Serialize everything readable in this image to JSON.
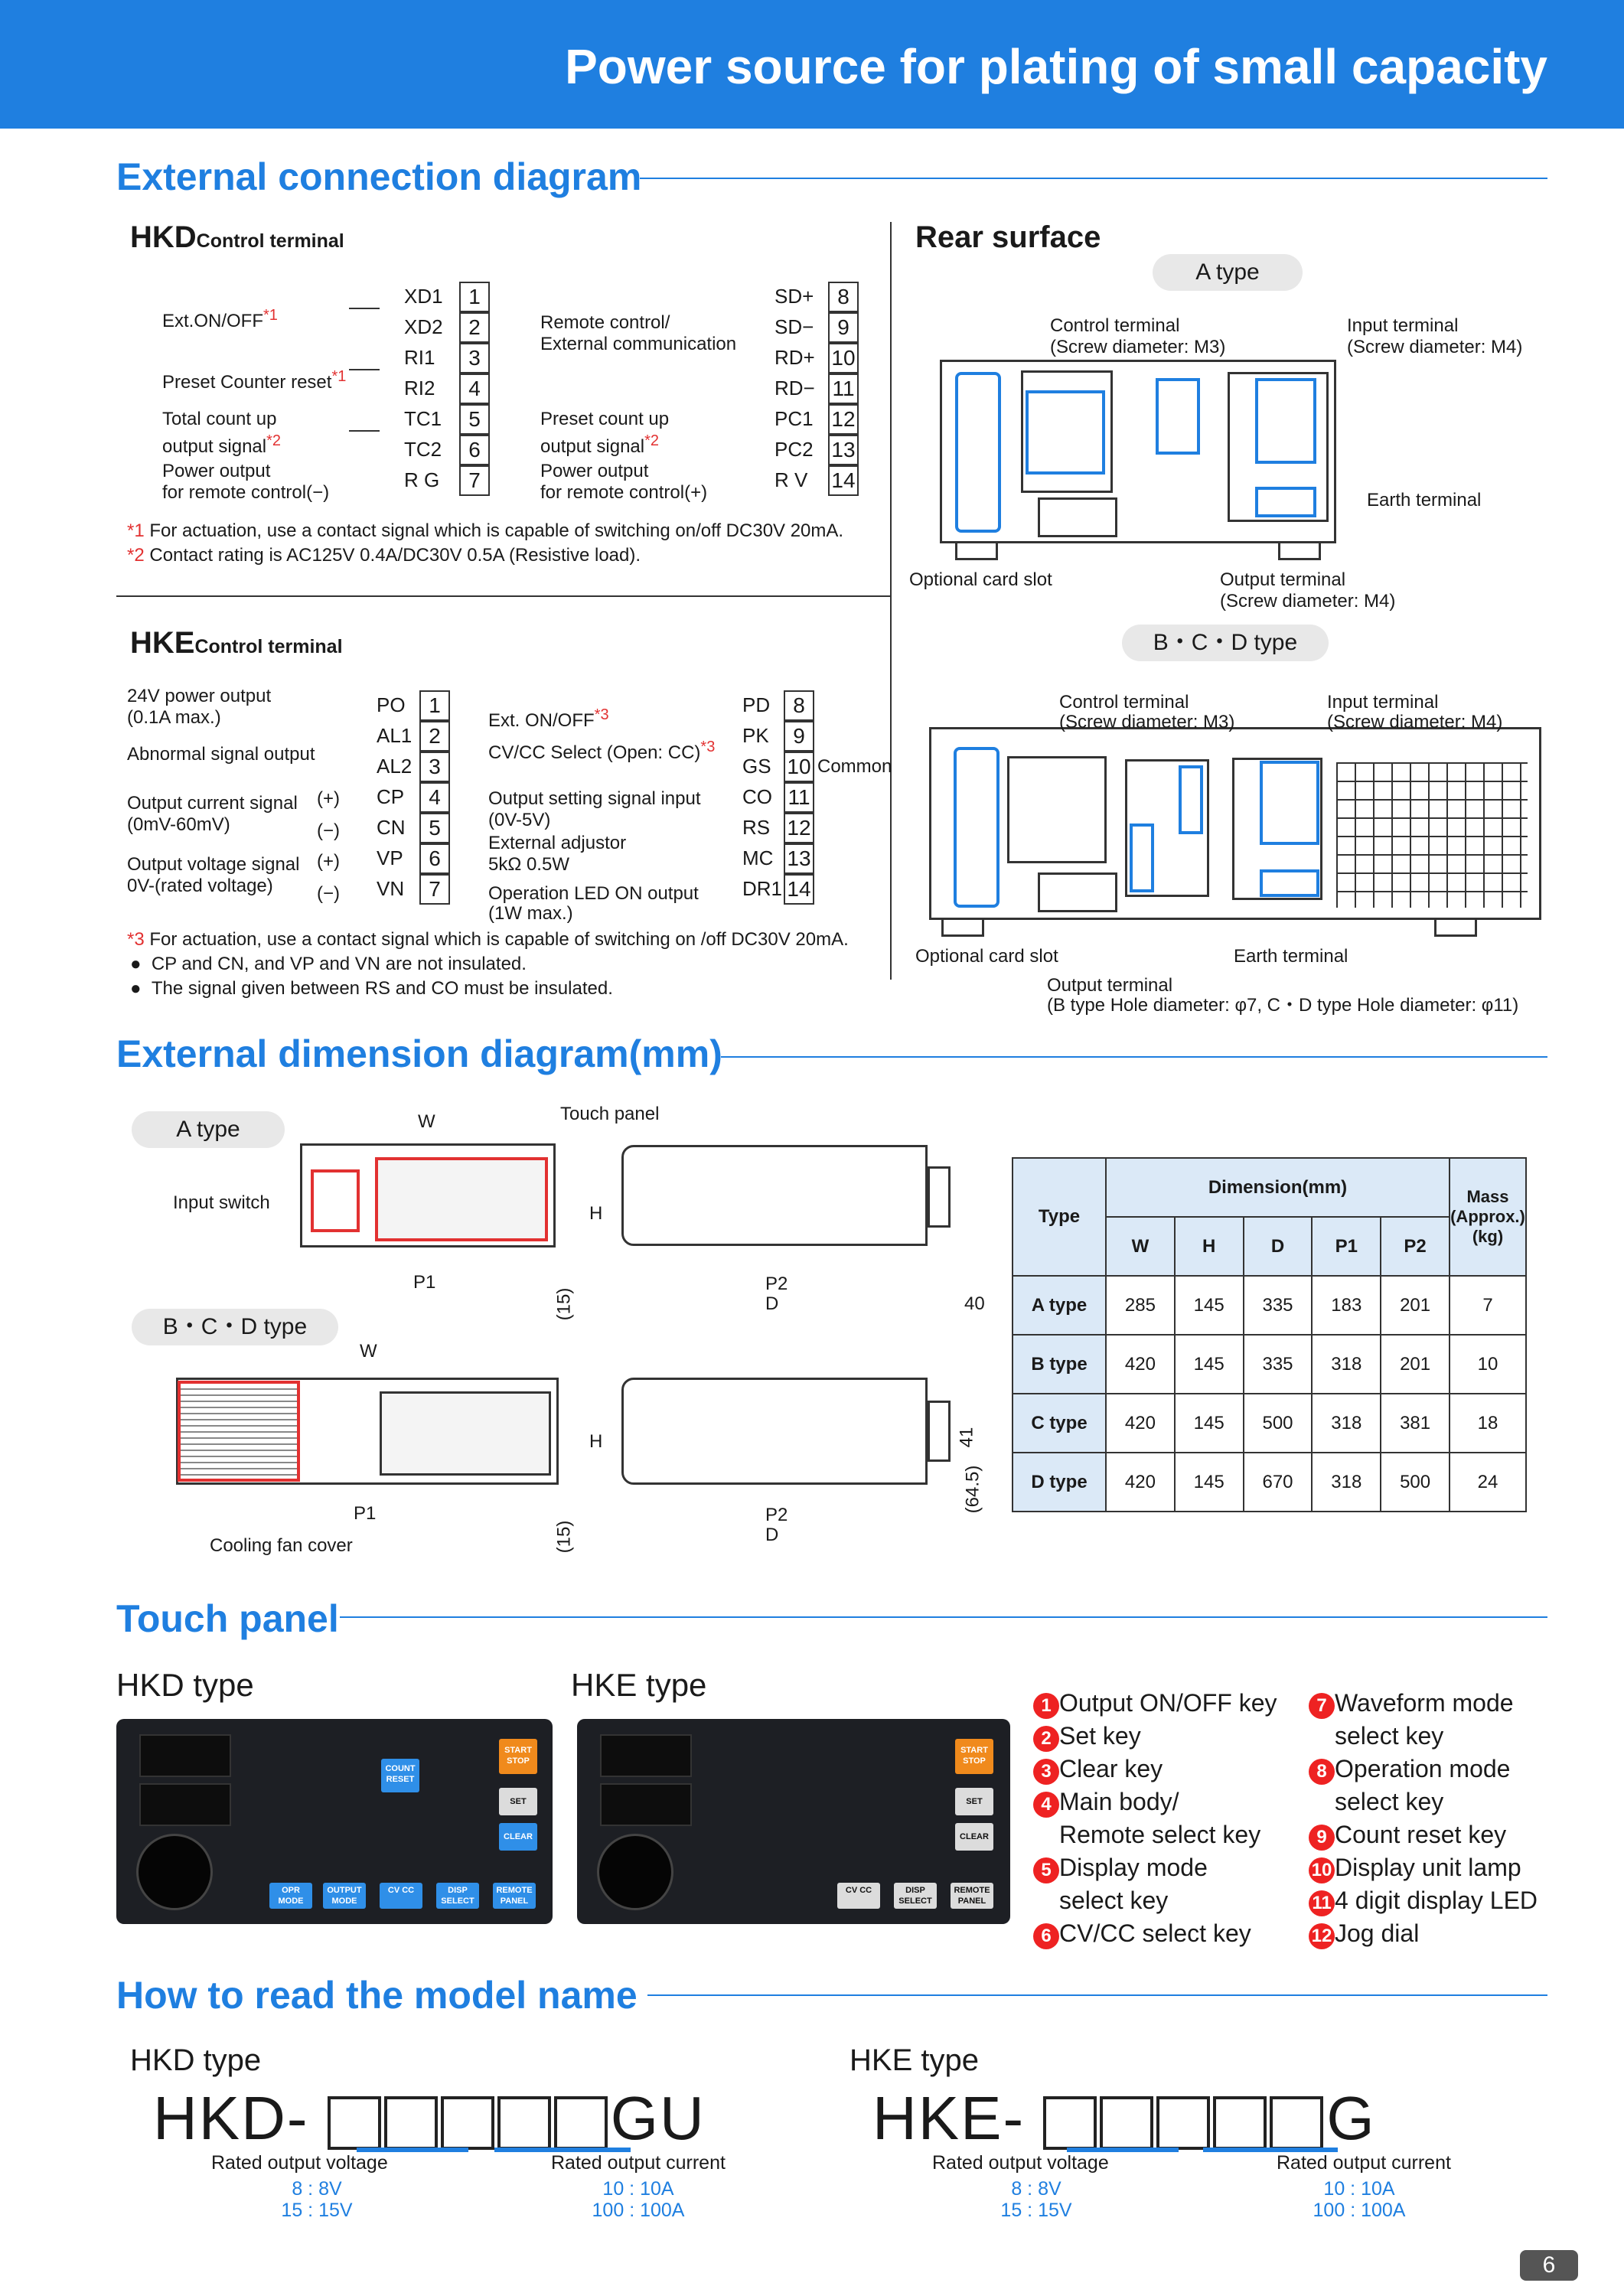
{
  "banner_title": "Power source for plating of small capacity",
  "sections": {
    "ext_conn": "External connection diagram",
    "ext_dim": "External dimension diagram(mm)",
    "touch": "Touch panel",
    "model": "How to read the model name"
  },
  "hkd_ctrl": {
    "head": "HKD",
    "head_small": "Control terminal",
    "left_labels": [
      "Ext.ON/OFF",
      "Preset Counter reset",
      "Total count up",
      "output signal",
      "Power output",
      "for remote control(−)"
    ],
    "right_labels": [
      "Remote control/",
      "External communication",
      "Preset count up",
      "output signal",
      "Power output",
      "for remote control(+)"
    ],
    "left_terms": [
      "XD1",
      "XD2",
      "RI1",
      "RI2",
      "TC1",
      "TC2",
      "R  G"
    ],
    "left_nums": [
      "1",
      "2",
      "3",
      "4",
      "5",
      "6",
      "7"
    ],
    "right_terms": [
      "SD+",
      "SD−",
      "RD+",
      "RD−",
      "PC1",
      "PC2",
      "R  V"
    ],
    "right_nums": [
      "8",
      "9",
      "10",
      "11",
      "12",
      "13",
      "14"
    ],
    "star1": "*1",
    "star2": "*2",
    "note1_mark": "*1",
    "note1": "For actuation, use a contact signal which is capable of switching on/off DC30V 20mA.",
    "note2_mark": "*2",
    "note2": "Contact rating is AC125V 0.4A/DC30V 0.5A (Resistive load)."
  },
  "hke_ctrl": {
    "head": "HKE",
    "head_small": "Control terminal",
    "left_labels": [
      "24V power output",
      "(0.1A max.)",
      "Abnormal signal output",
      "Output current signal",
      "(0mV-60mV)",
      "Output voltage signal",
      "0V-(rated voltage)"
    ],
    "pm": [
      "(+)",
      "(−)",
      "(+)",
      "(−)"
    ],
    "right_labels": [
      "Ext. ON/OFF",
      "CV/CC Select (Open: CC)",
      "Output setting signal input",
      "(0V-5V)",
      "External adjustor",
      "5kΩ  0.5W",
      "Operation LED ON output",
      "(1W max.)"
    ],
    "star3": "*3",
    "common": "Common",
    "left_terms": [
      "PO",
      "AL1",
      "AL2",
      "CP",
      "CN",
      "VP",
      "VN"
    ],
    "left_nums": [
      "1",
      "2",
      "3",
      "4",
      "5",
      "6",
      "7"
    ],
    "right_terms": [
      "PD",
      "PK",
      "GS",
      "CO",
      "RS",
      "MC",
      "DR1"
    ],
    "right_nums": [
      "8",
      "9",
      "10",
      "11",
      "12",
      "13",
      "14"
    ],
    "note3_mark": "*3",
    "note3": "For actuation, use a contact signal which is capable of switching on /off DC30V 20mA.",
    "bullet1": "CP and CN, and VP and VN are not insulated.",
    "bullet2": "The signal given between RS and CO must be insulated."
  },
  "rear": {
    "head": "Rear surface",
    "a_type": "A type",
    "bcd_type": "B・C・D type",
    "a_ctrl": "Control terminal",
    "a_ctrl2": "(Screw diameter: M3)",
    "a_input": "Input terminal",
    "a_input2": "(Screw diameter: M4)",
    "a_earth": "Earth terminal",
    "a_slot": "Optional card slot",
    "a_out": "Output terminal",
    "a_out2": "(Screw diameter: M4)",
    "b_ctrl": "Control terminal",
    "b_ctrl2": "(Screw diameter: M3)",
    "b_input": "Input terminal",
    "b_input2": "(Screw diameter: M4)",
    "b_slot": "Optional card slot",
    "b_earth": "Earth terminal",
    "b_out": "Output terminal",
    "b_out2": "(B type Hole diameter: φ7, C・D type Hole diameter: φ11)"
  },
  "dim": {
    "a_type": "A type",
    "bcd_type": "B・C・D type",
    "input_switch": "Input switch",
    "touch_panel": "Touch panel",
    "fan": "Cooling fan cover",
    "W": "W",
    "H": "H",
    "P1": "P1",
    "P2": "P2",
    "D": "D",
    "d15": "(15)",
    "d40": "40",
    "d41": "41",
    "d645": "(64.5)"
  },
  "table": {
    "type": "Type",
    "dimension": "Dimension(mm)",
    "mass": "Mass (Approx.) (kg)",
    "cols": [
      "W",
      "H",
      "D",
      "P1",
      "P2"
    ],
    "rows": [
      {
        "type": "A type",
        "vals": [
          "285",
          "145",
          "335",
          "183",
          "201",
          "7"
        ]
      },
      {
        "type": "B type",
        "vals": [
          "420",
          "145",
          "335",
          "318",
          "201",
          "10"
        ]
      },
      {
        "type": "C type",
        "vals": [
          "420",
          "145",
          "500",
          "318",
          "381",
          "18"
        ]
      },
      {
        "type": "D type",
        "vals": [
          "420",
          "145",
          "670",
          "318",
          "500",
          "24"
        ]
      }
    ]
  },
  "touch": {
    "hkd": "HKD type",
    "hke": "HKE type",
    "keys_left": [
      {
        "n": "1",
        "t": "Output ON/OFF key"
      },
      {
        "n": "2",
        "t": "Set key"
      },
      {
        "n": "3",
        "t": "Clear key"
      },
      {
        "n": "4",
        "t": "Main body/"
      },
      {
        "n": "",
        "t": "Remote select key"
      },
      {
        "n": "5",
        "t": "Display mode"
      },
      {
        "n": "",
        "t": "select key"
      },
      {
        "n": "6",
        "t": "CV/CC select key"
      }
    ],
    "keys_right": [
      {
        "n": "7",
        "t": "Waveform mode"
      },
      {
        "n": "",
        "t": "select key"
      },
      {
        "n": "8",
        "t": "Operation mode"
      },
      {
        "n": "",
        "t": "select key"
      },
      {
        "n": "9",
        "t": "Count reset key"
      },
      {
        "n": "10",
        "t": "Display unit lamp"
      },
      {
        "n": "11",
        "t": "4 digit display LED"
      },
      {
        "n": "12",
        "t": "Jog dial"
      }
    ],
    "hkd_keys": {
      "start": "START STOP",
      "set": "SET",
      "clear": "CLEAR",
      "count": "COUNT RESET",
      "opr": "OPR MODE",
      "output": "OUTPUT MODE",
      "cv": "CV CC",
      "disp": "DISP SELECT",
      "remote": "REMOTE PANEL"
    },
    "hke_keys": {
      "start": "START STOP",
      "set": "SET",
      "clear": "CLEAR",
      "cv": "CV CC",
      "disp": "DISP SELECT",
      "remote": "REMOTE PANEL"
    }
  },
  "model": {
    "hkd_head": "HKD type",
    "hke_head": "HKE type",
    "hkd_prefix": "HKD-",
    "hkd_suffix": "GU",
    "hke_prefix": "HKE-",
    "hke_suffix": "G",
    "voltage": "Rated output voltage",
    "current": "Rated output current",
    "v1": "8 : 8V",
    "v2": "15 : 15V",
    "c1": "10 : 10A",
    "c2": "100 : 100A"
  },
  "page_number": "6"
}
